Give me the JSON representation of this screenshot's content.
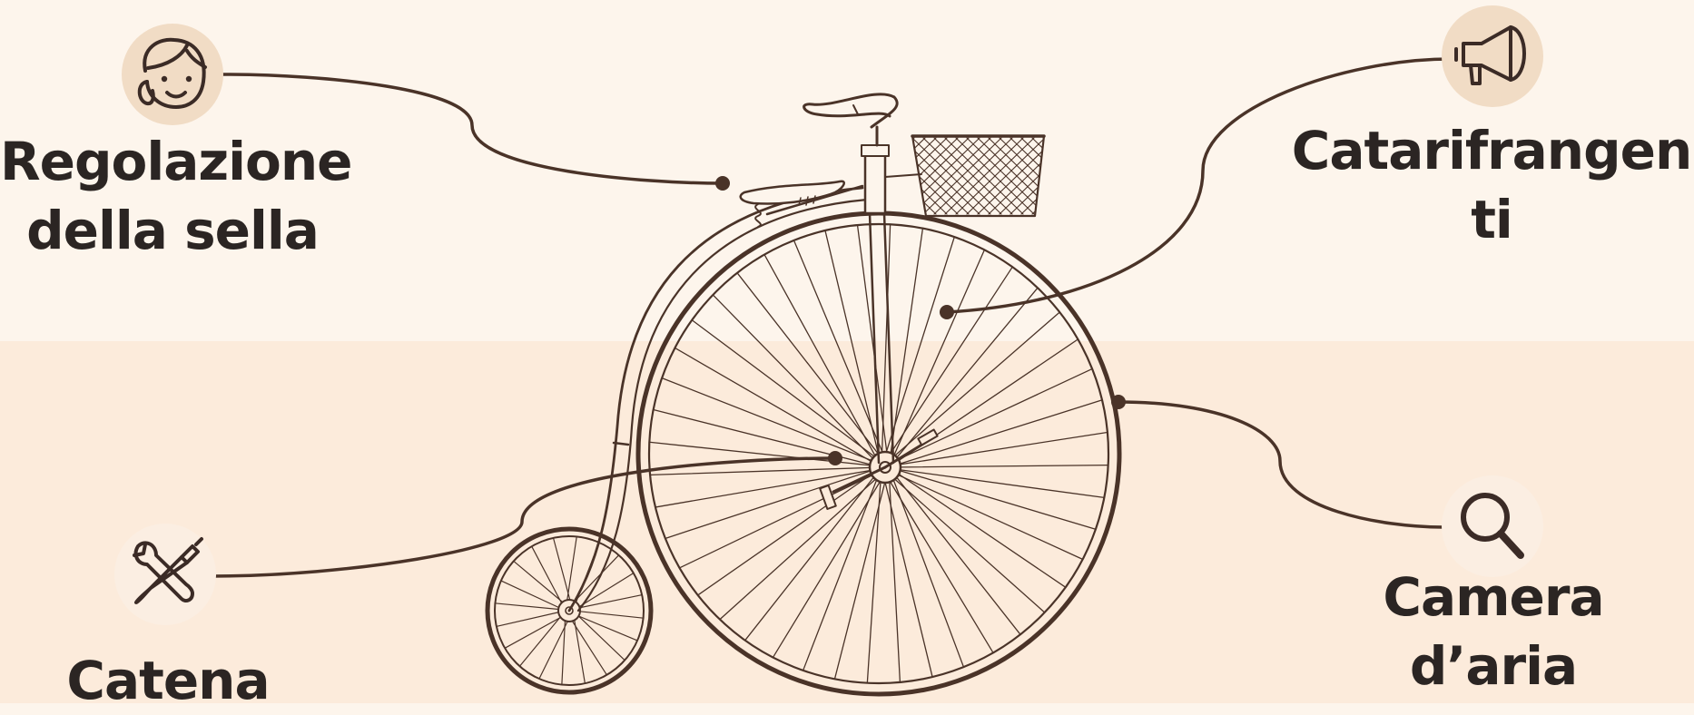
{
  "colors": {
    "background_top": "#fdf5ec",
    "background_bottom": "#fcebdb",
    "line": "#4a3328",
    "icon_circle": "#f1dcc5",
    "icon_circle_light": "#fbeee2",
    "text": "#2b2523"
  },
  "callouts": [
    {
      "id": "saddle",
      "label": "Regolazione della sella",
      "icon": "woman-face-icon"
    },
    {
      "id": "reflectors",
      "label": "Catarifrangenti",
      "icon": "megaphone-icon"
    },
    {
      "id": "inner_tube",
      "label": "Camera d’aria",
      "icon": "magnifier-icon"
    },
    {
      "id": "chain",
      "label": "Catena",
      "icon": "tools-icon"
    }
  ],
  "illustration": "penny-farthing-bicycle"
}
